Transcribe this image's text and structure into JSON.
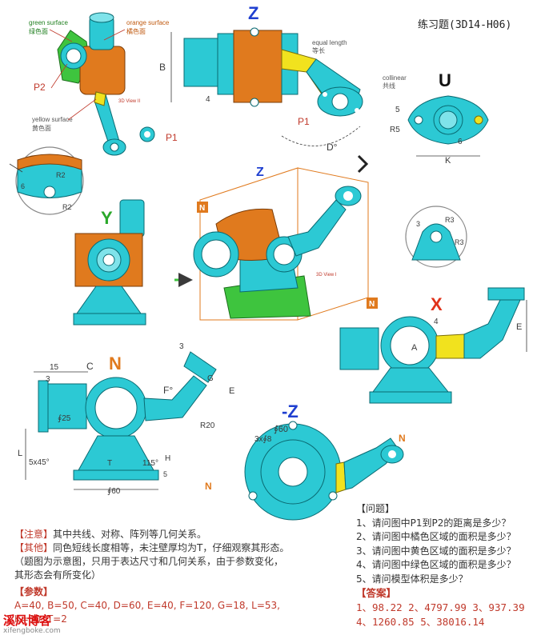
{
  "title": "练习题(3D14-H06)",
  "view_letters": {
    "z": "Z",
    "u": "U",
    "y": "Y",
    "x": "X",
    "n": "N",
    "neg_z": "-Z"
  },
  "labels": {
    "green_surface_en": "green surface",
    "green_surface_cn": "绿色面",
    "orange_surface_en": "orange surface",
    "orange_surface_cn": "橘色面",
    "yellow_surface_en": "yellow surface",
    "yellow_surface_cn": "黄色面",
    "equal_length_en": "equal length",
    "equal_length_cn": "等长",
    "collinear_en": "collinear",
    "collinear_cn": "共线",
    "p1": "P1",
    "p2": "P2",
    "view_3d_2": "3D View II",
    "view_3d_1": "3D View I",
    "n_small": "N"
  },
  "dims": {
    "B": "B",
    "four": "4",
    "D": "D°",
    "five": "5",
    "R5": "R5",
    "six": "6",
    "K": "K",
    "R2": "R2",
    "R3": "R3",
    "three": "3",
    "A": "A",
    "E": "E",
    "C": "C",
    "fifteen": "15",
    "F": "F°",
    "G": "G",
    "phi25": "∮25",
    "R20": "R20",
    "L": "L",
    "chamfer": "5x45°",
    "T": "T",
    "angle115": "115°",
    "H": "H",
    "phi60": "∮60",
    "three_phi8": "3x∮8"
  },
  "notes": {
    "note_label": "【注意】",
    "note_text": "其中共线、对称、阵列等几何关系。",
    "other_label": "【其他】",
    "other_text": "同色短线长度相等，未注壁厚均为T，仔细观察其形态。（题图为示意图，只用于表达尺寸和几何关系，由于参数变化， 其形态会有所变化）",
    "param_label": "【参数】",
    "param_text": "A=40, B=50, C=40, D=60, E=40, F=120, G=18, L=53, K=30, T=2"
  },
  "questions": {
    "header": "【问题】",
    "items": [
      "1、请问图中P1到P2的距离是多少？",
      "2、请问图中橘色区域的面积是多少？",
      "3、请问图中黄色区域的面积是多少？",
      "4、请问图中绿色区域的面积是多少？",
      "5、请问模型体积是多少？"
    ]
  },
  "answers": {
    "header": "【答案】",
    "line1": "1、98.22 2、4797.99 3、937.39",
    "line2": "4、1260.85  5、38016.14"
  },
  "watermark": {
    "cn": "溪风博客",
    "url": "xifengboke.com"
  },
  "colors": {
    "cyan": "#2cc9d4",
    "orange": "#e07a1e",
    "yellow": "#f1e21e",
    "green": "#3ec43e",
    "blue_letter": "#1f3fd0",
    "red_letter": "#e0321a",
    "dim": "#3a3a3a"
  }
}
